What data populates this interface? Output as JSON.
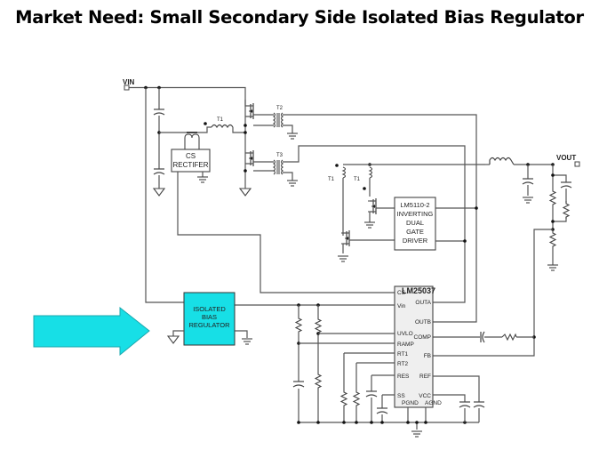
{
  "title": "Market Need: Small Secondary Side Isolated Bias Regulator",
  "colors": {
    "highlight": "#17dfe6",
    "wire": "#555555",
    "ic_fill": "#efefef"
  },
  "nets": {
    "vin": "VIN",
    "vout": "VOUT"
  },
  "labels": {
    "t1": "T1",
    "t2": "T2",
    "t3": "T3"
  },
  "blocks": {
    "cs_rectifier": [
      "CS",
      "RECTIFER"
    ],
    "gate_driver": [
      "LM5110-2",
      "INVERTING",
      "DUAL",
      "GATE",
      "DRIVER"
    ],
    "isolated_bias": [
      "ISOLATED",
      "BIAS",
      "REGULATOR"
    ]
  },
  "controller": {
    "name": "LM25037",
    "left_pins": [
      "CS",
      "Vin",
      "UVLO",
      "RAMP",
      "RT1",
      "RT2",
      "RES",
      "SS"
    ],
    "right_pins": [
      "OUTA",
      "OUTB",
      "COMP",
      "FB",
      "REF",
      "VCC"
    ],
    "bottom_pins": [
      "PGND",
      "AGND"
    ]
  },
  "arrow": {
    "label": "",
    "points_to": "isolated_bias"
  }
}
